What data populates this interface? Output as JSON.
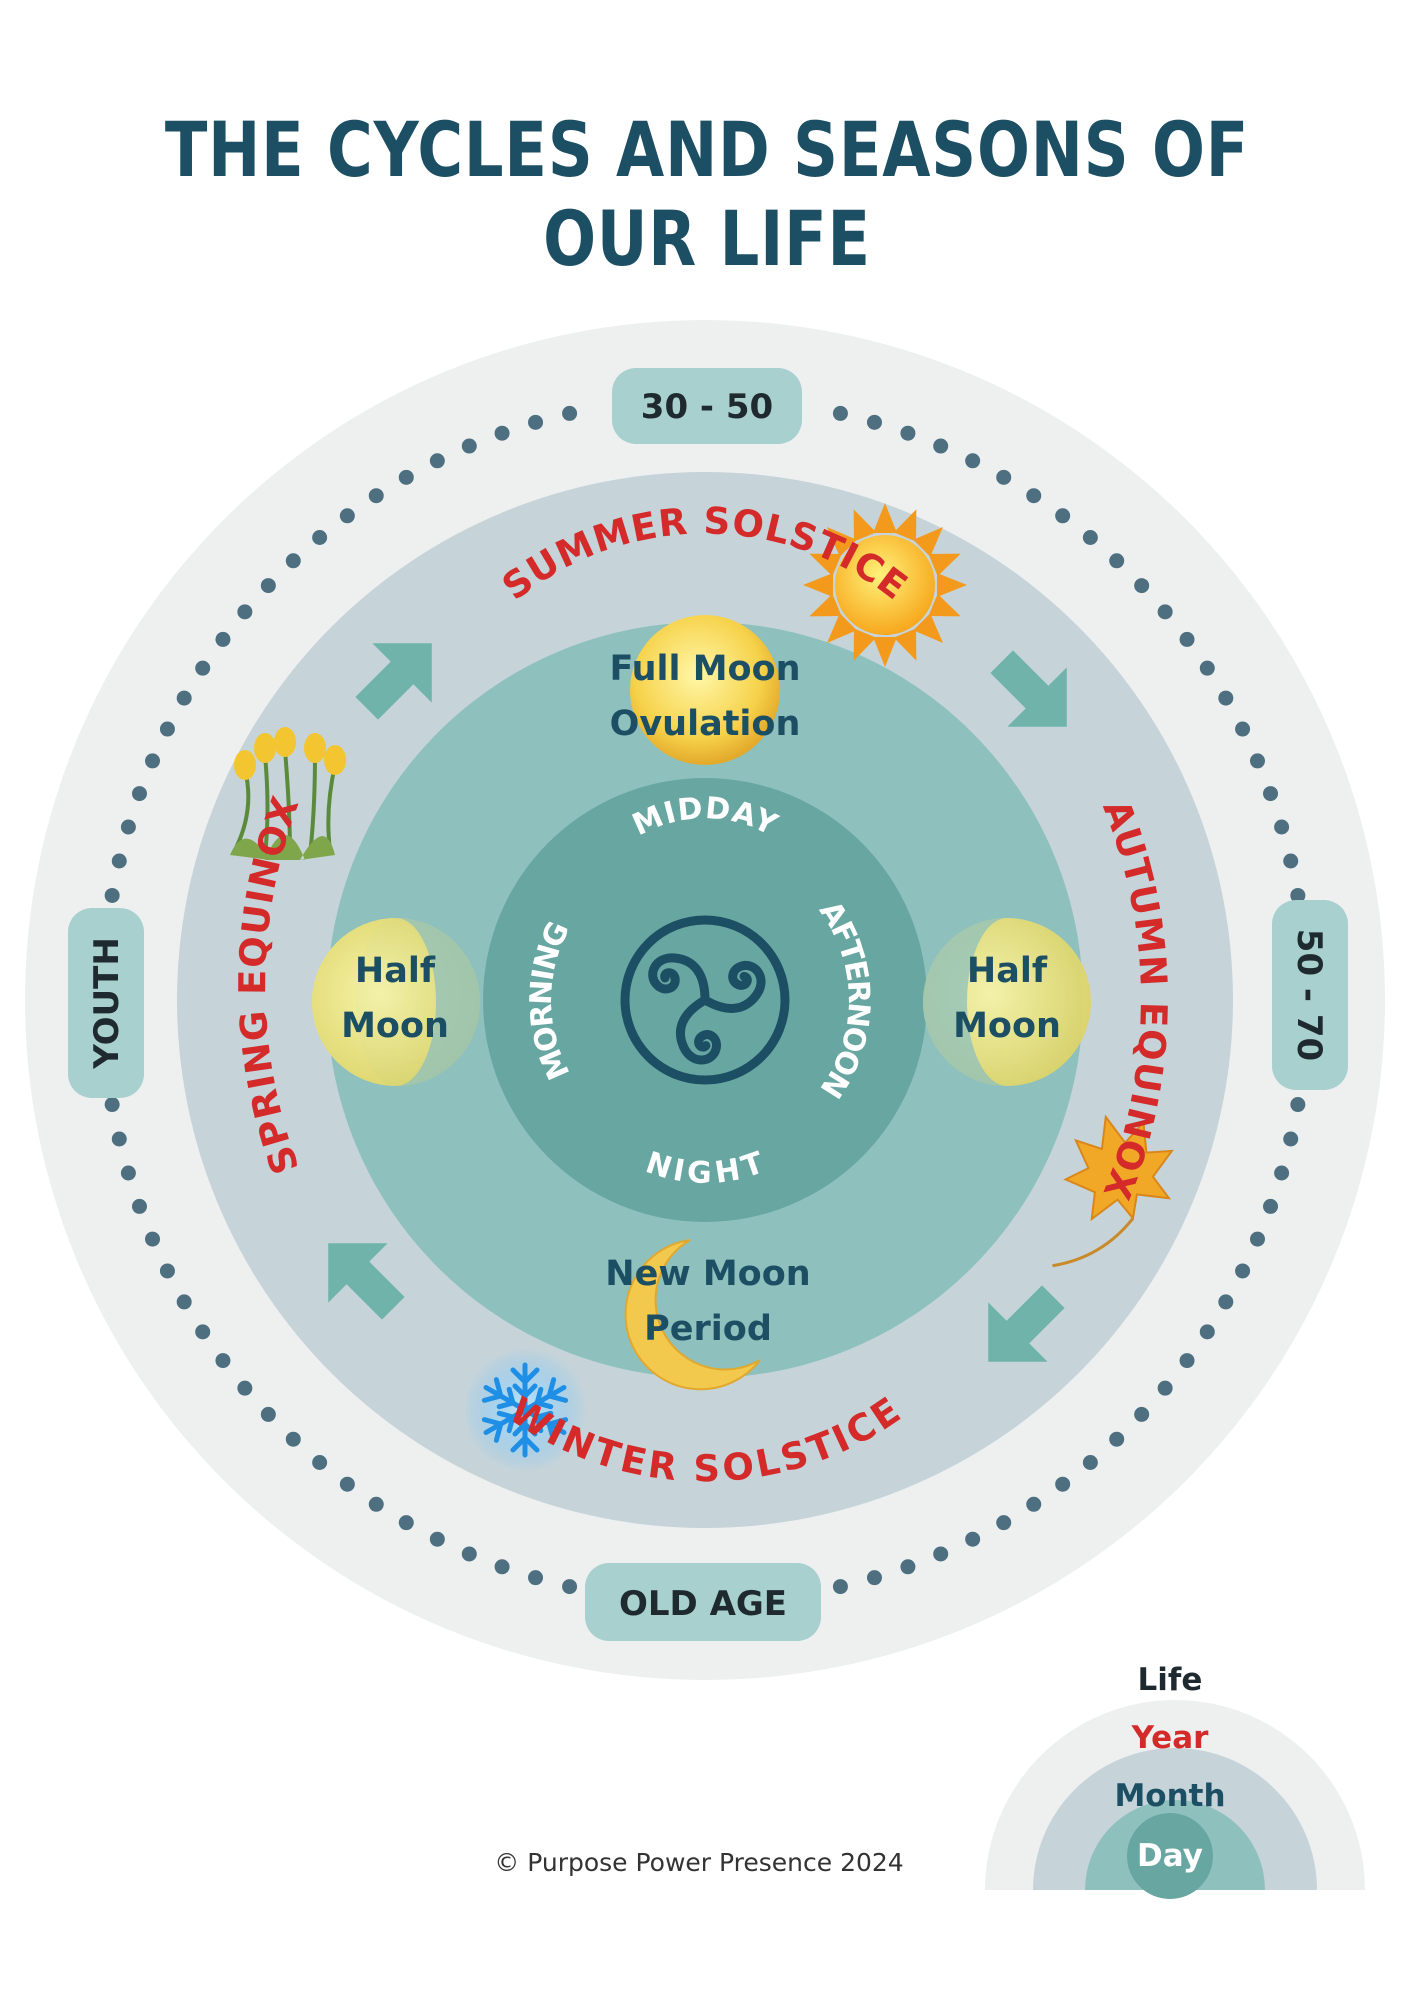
{
  "title": "THE CYCLES AND SEASONS OF OUR LIFE",
  "life_stages": {
    "top": "30 - 50",
    "right": "50 - 70",
    "bottom": "OLD AGE",
    "left": "YOUTH"
  },
  "seasons": {
    "summer": "SUMMER SOLSTICE",
    "autumn": "AUTUMN EQUINOX",
    "winter": "WINTER SOLSTICE",
    "spring": "SPRING EQUINOX"
  },
  "moon_phases": {
    "full_line1": "Full Moon",
    "full_line2": "Ovulation",
    "half_left_line1": "Half",
    "half_left_line2": "Moon",
    "half_right_line1": "Half",
    "half_right_line2": "Moon",
    "new_line1": "New Moon",
    "new_line2": "Period"
  },
  "day_phases": {
    "midday": "MIDDAY",
    "afternoon": "AFTERNOON",
    "night": "NIGHT",
    "morning": "MORNING"
  },
  "legend": {
    "life": "Life",
    "year": "Year",
    "month": "Month",
    "day": "Day"
  },
  "footer": "© Purpose Power Presence 2024",
  "colors": {
    "title": "#1d4f64",
    "outer_ring": "#eef0f0",
    "year_ring": "#c6d4da",
    "month_ring": "#8ec0bd",
    "day_ring": "#68a6a1",
    "season_text": "#d42a2a",
    "moon_text": "#1d4f64",
    "arrow": "#6fb3ab",
    "dot": "#4d6f80",
    "pill": "#a7d0ce"
  }
}
